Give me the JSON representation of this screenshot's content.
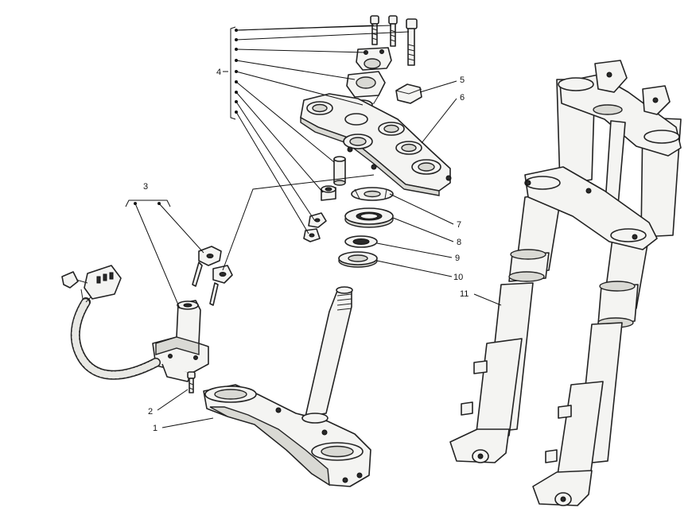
{
  "callouts": {
    "c1": "1",
    "c2": "2",
    "c3": "3",
    "c4": "4",
    "c5": "5",
    "c6": "6",
    "c7": "7",
    "c8": "8",
    "c9": "9",
    "c10": "10",
    "c11": "11"
  },
  "colors": {
    "line": "#222222",
    "part_fill": "#f4f4f2",
    "shade": "#d9d9d4"
  }
}
